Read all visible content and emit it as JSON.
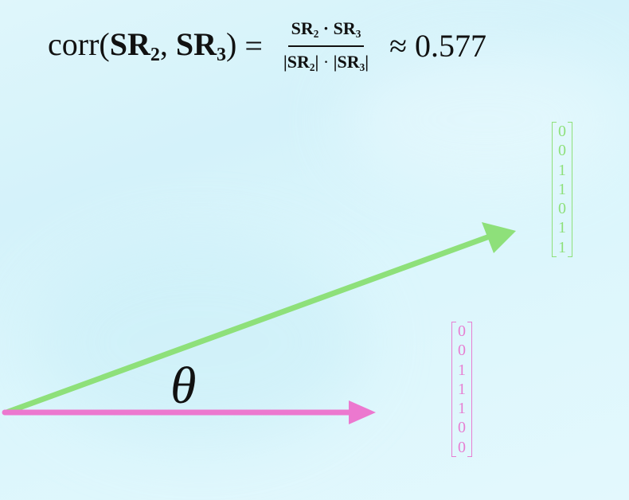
{
  "formula": {
    "lhs_func": "corr(",
    "lhs_arg1": "SR",
    "lhs_sub1": "2",
    "lhs_sep": ", ",
    "lhs_arg2": "SR",
    "lhs_sub2": "3",
    "lhs_close": ")",
    "equals": "=",
    "num_a": "SR",
    "num_a_sub": "2",
    "num_dot": " · ",
    "num_b": "SR",
    "num_b_sub": "3",
    "den_a": "|SR",
    "den_a_sub": "2",
    "den_a_close": "|",
    "den_dot": " · ",
    "den_b": "|SR",
    "den_b_sub": "3",
    "den_b_close": "|",
    "approx": "≈",
    "result": "0.577"
  },
  "vectors": {
    "sr3": {
      "values": [
        "0",
        "0",
        "1",
        "1",
        "0",
        "1",
        "1"
      ],
      "color": "#8ee07a"
    },
    "sr2": {
      "values": [
        "0",
        "0",
        "1",
        "1",
        "1",
        "0",
        "0"
      ],
      "color": "#e77fd2"
    }
  },
  "angle_label": "θ"
}
